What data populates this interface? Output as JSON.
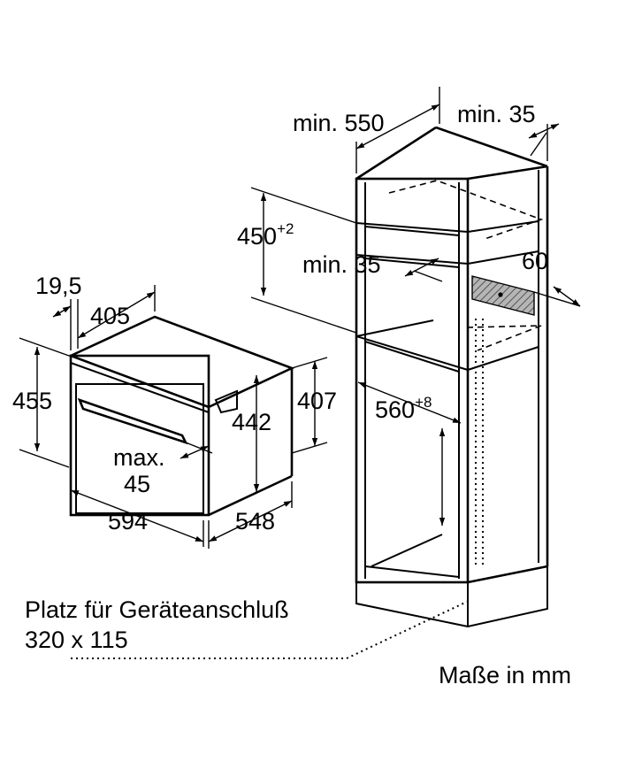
{
  "labels": {
    "min_550": "min. 550",
    "min_35_top": "min. 35",
    "d450": "450",
    "d450_sup": "+2",
    "min_35_mid": "min. 35",
    "d60": "60",
    "d19_5": "19,5",
    "d405": "405",
    "d455": "455",
    "d442": "442",
    "d407": "407",
    "d560": "560",
    "d560_sup": "+8",
    "max_line1": "max.",
    "max_line2": "45",
    "d594": "594",
    "d548": "548",
    "connection_line1": "Platz für Geräteanschluß",
    "connection_line2": "320 x 115",
    "units_note": "Maße in mm"
  },
  "colors": {
    "line": "#000000",
    "background": "#ffffff",
    "hatch_fill": "#9a9a9a"
  }
}
